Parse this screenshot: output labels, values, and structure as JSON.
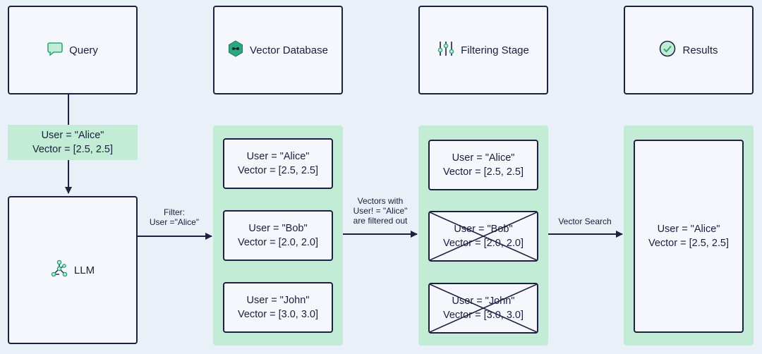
{
  "headers": {
    "query": {
      "label": "Query",
      "icon": "chat-bubble-icon"
    },
    "vector_db": {
      "label": "Vector Database",
      "icon": "database-hexagon-icon"
    },
    "filtering": {
      "label": "Filtering Stage",
      "icon": "sliders-icon"
    },
    "results": {
      "label": "Results",
      "icon": "check-circle-icon"
    }
  },
  "query_tag": {
    "line1": "User = \"Alice\"",
    "line2": "Vector = [2.5, 2.5]"
  },
  "llm": {
    "label": "LLM",
    "icon": "network-nodes-icon"
  },
  "edge_labels": {
    "filter_line1": "Filter:",
    "filter_line2": "User =\"Alice\"",
    "filtered_line1": "Vectors with",
    "filtered_line2": "User! = \"Alice\"",
    "filtered_line3": "are filtered out",
    "search": "Vector Search"
  },
  "database_cards": [
    {
      "line1": "User = \"Alice\"",
      "line2": "Vector = [2.5, 2.5]"
    },
    {
      "line1": "User = \"Bob\"",
      "line2": "Vector = [2.0, 2.0]"
    },
    {
      "line1": "User = \"John\"",
      "line2": "Vector = [3.0, 3.0]"
    }
  ],
  "filter_cards": [
    {
      "line1": "User = \"Alice\"",
      "line2": "Vector = [2.5, 2.5]",
      "crossed": false
    },
    {
      "line1": "User = \"Bob\"",
      "line2": "Vector = [2.0, 2.0]",
      "crossed": true
    },
    {
      "line1": "User = \"John\"",
      "line2": "Vector = [3.0, 3.0]",
      "crossed": true
    }
  ],
  "result_card": {
    "line1": "User = \"Alice\"",
    "line2": "Vector = [2.5, 2.5]"
  },
  "colors": {
    "background": "#eaf0f8",
    "panel": "#c3ecd6",
    "box": "#f5f7fc",
    "stroke": "#1d2140",
    "icon_fill": "#2aa87a"
  }
}
